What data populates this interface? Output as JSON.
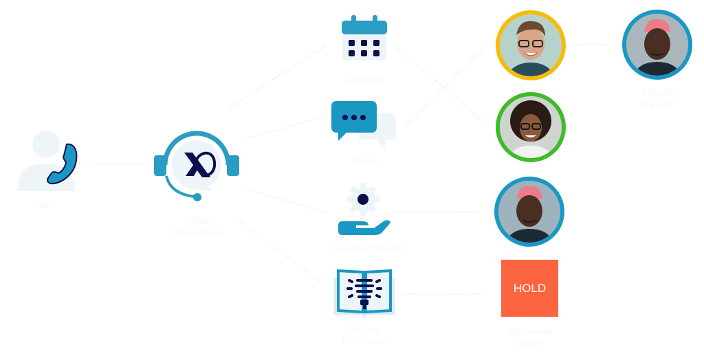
{
  "diagram": {
    "title": "Virtual Receptionist call routing",
    "colors": {
      "primary": "#1a98c3",
      "dark": "#0c0e4d",
      "light": "#eef5f8",
      "ring_yellow": "#f5bd0a",
      "ring_green": "#3fba2a",
      "ring_blue": "#1a98c3",
      "hold": "#fd6440"
    },
    "nodes": {
      "call": {
        "label": "Call",
        "icon": "caller-phone-icon"
      },
      "receptionist": {
        "label_line1": "Virtual",
        "label_line2": "Receptionist",
        "icon": "headset-logo-icon"
      },
      "schedule": {
        "label": "Schedule",
        "icon": "calendar-icon"
      },
      "inquiry": {
        "label": "Inquiry",
        "icon": "chat-bubbles-icon"
      },
      "support": {
        "label": "Technical Support",
        "icon": "gear-hand-icon"
      },
      "product": {
        "label_line1": "Product",
        "label_line2": "Information",
        "icon": "book-lightbulb-icon"
      },
      "agent_yellow": {
        "icon": "agent-avatar",
        "ring": "yellow"
      },
      "agent_green": {
        "icon": "agent-avatar",
        "ring": "green"
      },
      "agent_blue": {
        "icon": "agent-avatar",
        "ring": "blue"
      },
      "transfer": {
        "label_line1": "Efficient",
        "label_line2": "Transfer",
        "icon": "agent-avatar",
        "ring": "blue"
      },
      "hold": {
        "text": "HOLD",
        "label_line1": "Appropriate",
        "label_line2": "agent"
      }
    },
    "edges": [
      [
        "call",
        "receptionist"
      ],
      [
        "receptionist",
        "schedule"
      ],
      [
        "receptionist",
        "inquiry"
      ],
      [
        "receptionist",
        "support"
      ],
      [
        "receptionist",
        "product"
      ],
      [
        "schedule",
        "agent_green"
      ],
      [
        "inquiry",
        "agent_yellow"
      ],
      [
        "support",
        "agent_blue"
      ],
      [
        "product",
        "hold"
      ],
      [
        "agent_yellow",
        "transfer"
      ]
    ]
  }
}
